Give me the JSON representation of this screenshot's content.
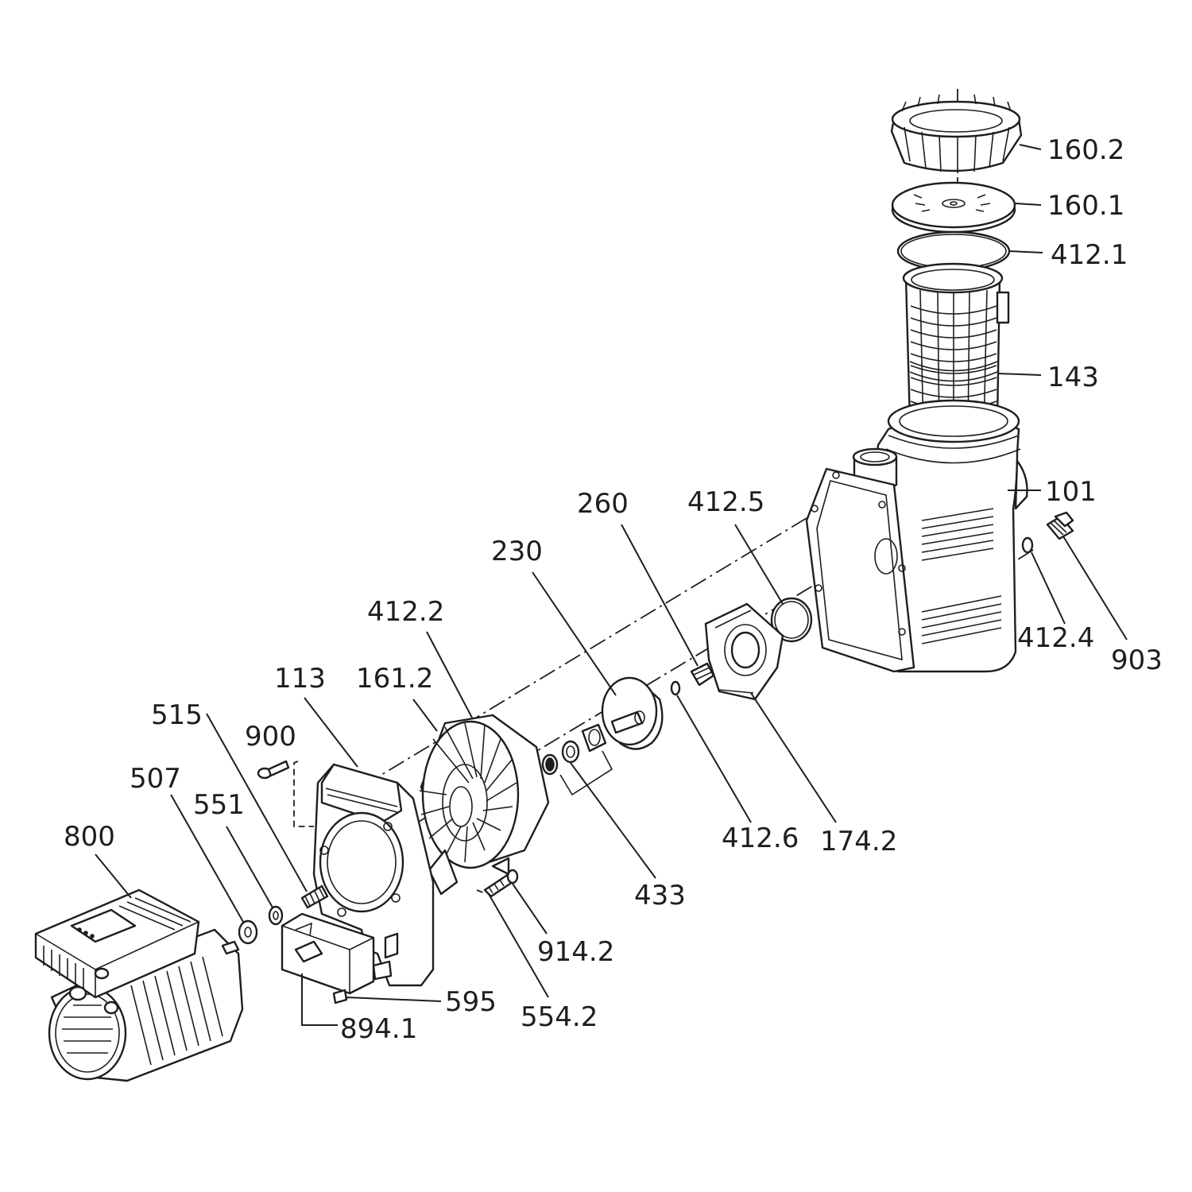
{
  "diagram": {
    "labels": {
      "p160_2": "160.2",
      "p160_1": "160.1",
      "p412_1": "412.1",
      "p143": "143",
      "p101": "101",
      "p260": "260",
      "p412_5": "412.5",
      "p230": "230",
      "p412_2": "412.2",
      "p412_4": "412.4",
      "p903": "903",
      "p113": "113",
      "p161_2": "161.2",
      "p515": "515",
      "p900": "900",
      "p507": "507",
      "p551": "551",
      "p800": "800",
      "p412_6": "412.6",
      "p174_2": "174.2",
      "p433": "433",
      "p914_2": "914.2",
      "p595": "595",
      "p554_2": "554.2",
      "p894_1": "894.1"
    },
    "colors": {
      "line": "#1e1e1e",
      "background": "#ffffff"
    }
  }
}
